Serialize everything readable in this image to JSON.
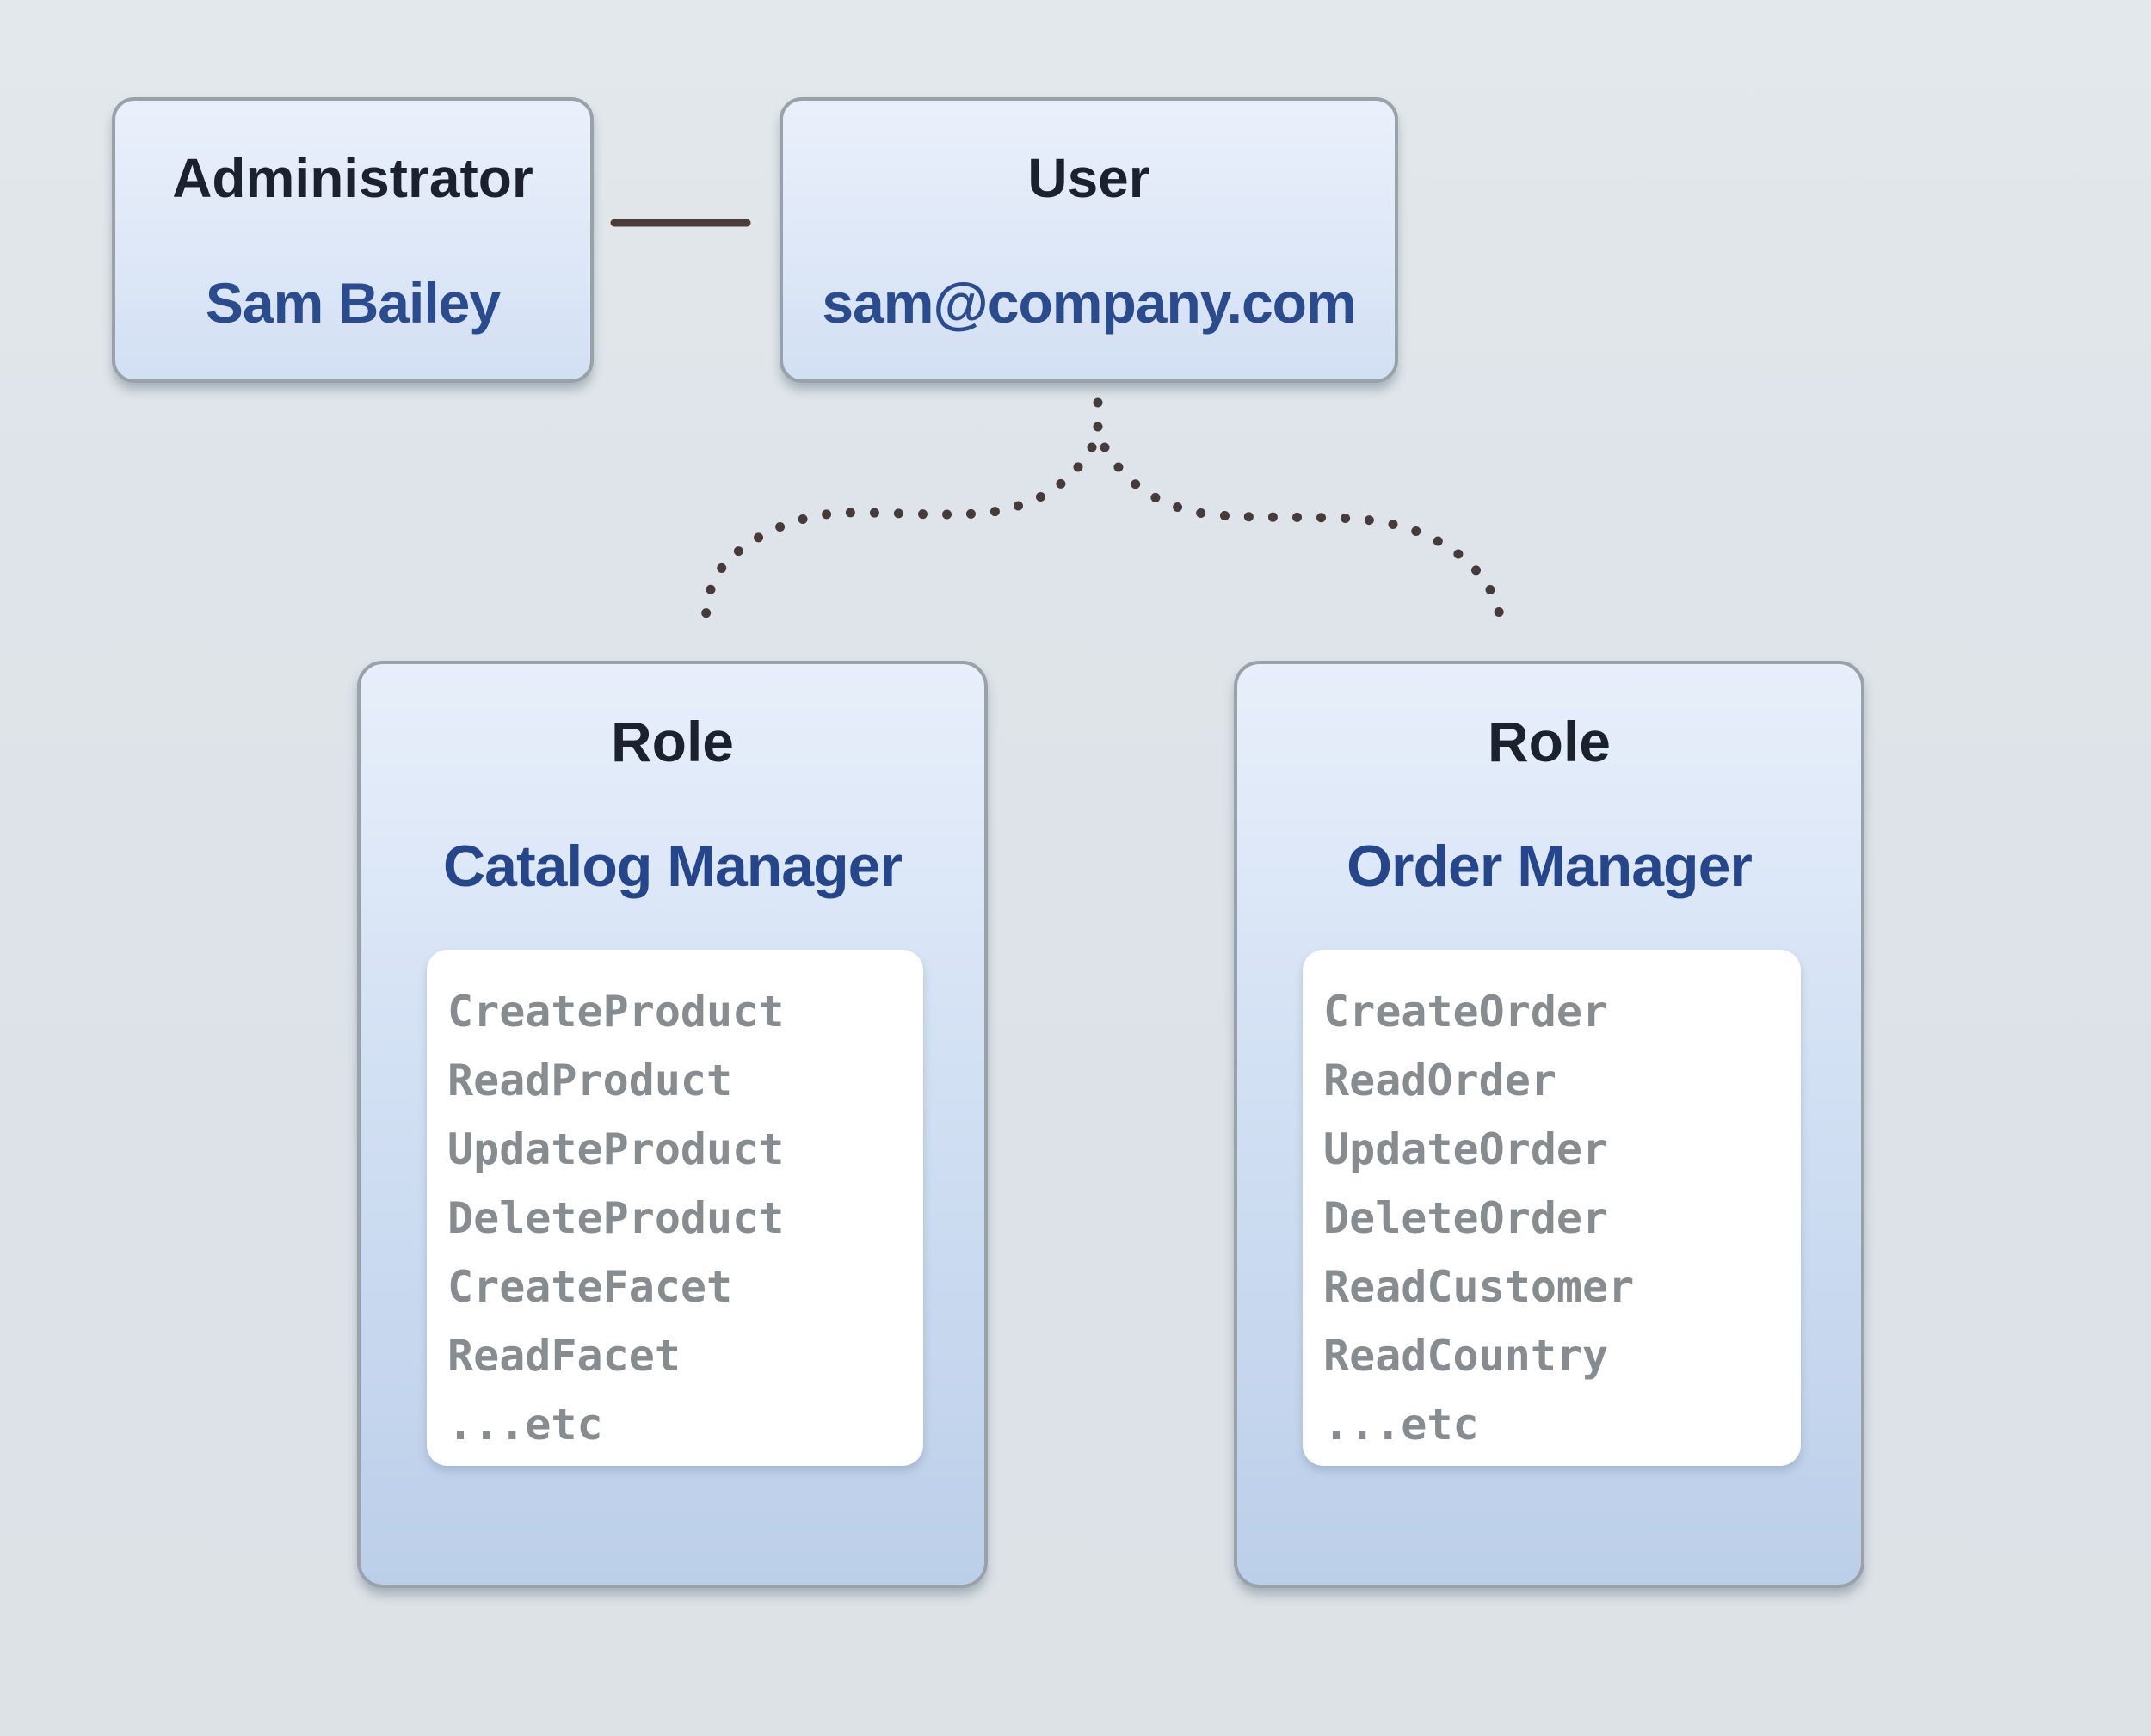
{
  "diagram": {
    "admin": {
      "title": "Administrator",
      "name": "Sam Bailey"
    },
    "user": {
      "title": "User",
      "email": "sam@company.com"
    },
    "roles": [
      {
        "title": "Role",
        "name": "Catalog Manager",
        "permissions": [
          "CreateProduct",
          "ReadProduct",
          "UpdateProduct",
          "DeleteProduct",
          "CreateFacet",
          "ReadFacet",
          "...etc"
        ]
      },
      {
        "title": "Role",
        "name": "Order Manager",
        "permissions": [
          "CreateOrder",
          "ReadOrder",
          "UpdateOrder",
          "DeleteOrder",
          "ReadCustomer",
          "ReadCountry",
          "...etc"
        ]
      }
    ],
    "colors": {
      "background": "#dde3e8",
      "box_border": "#99a1a9",
      "box_fill_top": "#eaf0fb",
      "box_fill_bottom": "#bccfe9",
      "title_text": "#1b222e",
      "value_text": "#2a4c8e",
      "permission_text": "#878c90",
      "connector_line": "#4c3d3d",
      "connector_dots": "#473a3b",
      "panel_fill": "#ffffff"
    }
  }
}
